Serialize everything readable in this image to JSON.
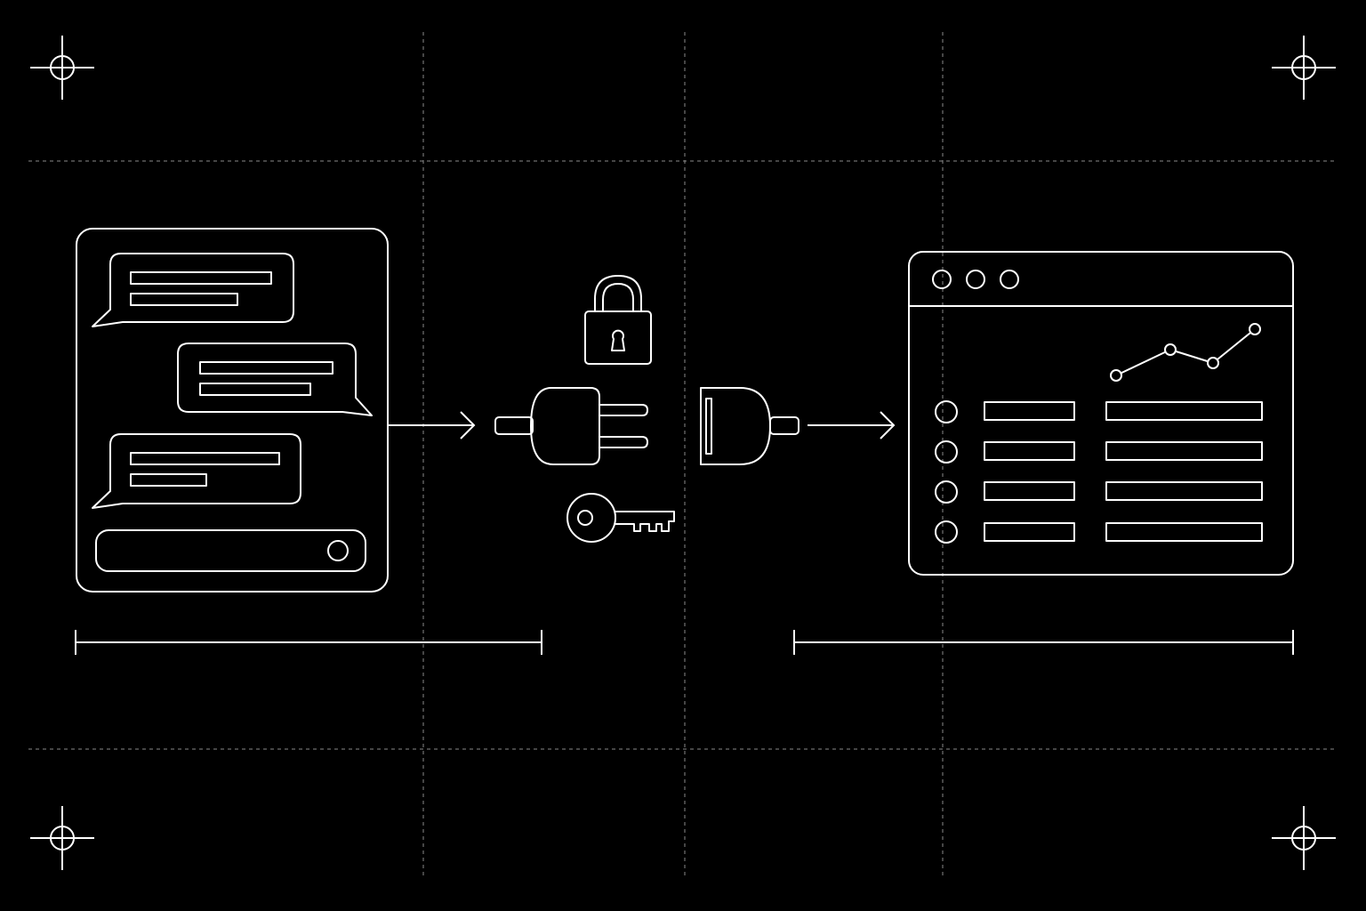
{
  "colors": {
    "background": "#000000",
    "stroke": "#ffffff",
    "guide": "#8a8a8a"
  },
  "diagram": {
    "chat_panel": {
      "icon": "chat-window-icon",
      "messages": 3,
      "has_input_field": true
    },
    "connector": {
      "icons": [
        "padlock-icon",
        "plug-icon",
        "socket-icon",
        "key-icon"
      ],
      "state": "unplugged"
    },
    "app_window": {
      "icon": "browser-window-icon",
      "window_controls": 3,
      "list_rows": 4,
      "trend_icon": "line-chart-icon"
    },
    "arrows": [
      "right-arrow-icon",
      "right-arrow-icon"
    ],
    "corner_marks": [
      "crosshair-icon",
      "crosshair-icon",
      "crosshair-icon",
      "crosshair-icon"
    ]
  }
}
